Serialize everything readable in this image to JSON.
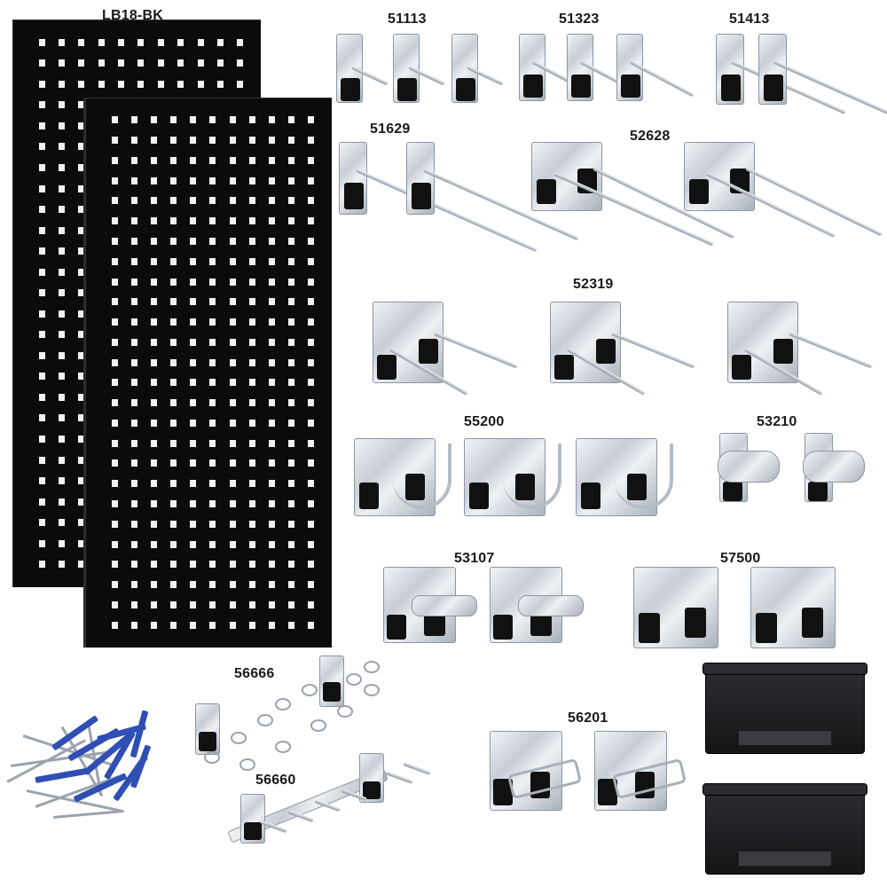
{
  "kit": {
    "pegboards": {
      "part_number": "LB18-BK",
      "color": "#0b0b0b",
      "count": 2
    },
    "parts": [
      {
        "part_number": "51113",
        "type": "single-hook-short",
        "count": 3
      },
      {
        "part_number": "51323",
        "type": "single-hook-medium",
        "count": 3
      },
      {
        "part_number": "51413",
        "type": "single-hook-long",
        "count": 2
      },
      {
        "part_number": "51629",
        "type": "single-hook-extra-long",
        "count": 2
      },
      {
        "part_number": "52628",
        "type": "double-rod-hook-long",
        "count": 2
      },
      {
        "part_number": "52319",
        "type": "double-rod-hook",
        "count": 3
      },
      {
        "part_number": "55200",
        "type": "j-hook",
        "count": 3
      },
      {
        "part_number": "53210",
        "type": "spring-clip",
        "count": 2
      },
      {
        "part_number": "53107",
        "type": "spring-clip-holder",
        "count": 2
      },
      {
        "part_number": "57500",
        "type": "bin-hanger",
        "count": 2
      },
      {
        "part_number": "56666",
        "type": "multi-ring-holder",
        "count": 2
      },
      {
        "part_number": "56660",
        "type": "multi-tool-holder",
        "count": 1
      },
      {
        "part_number": "56201",
        "type": "loop-hook",
        "count": 2
      }
    ],
    "bins": {
      "count": 2,
      "color": "#1c1d1f"
    },
    "hardware": {
      "screws_color": "#9aa3ad",
      "anchors_color": "#2f4fb5"
    }
  }
}
